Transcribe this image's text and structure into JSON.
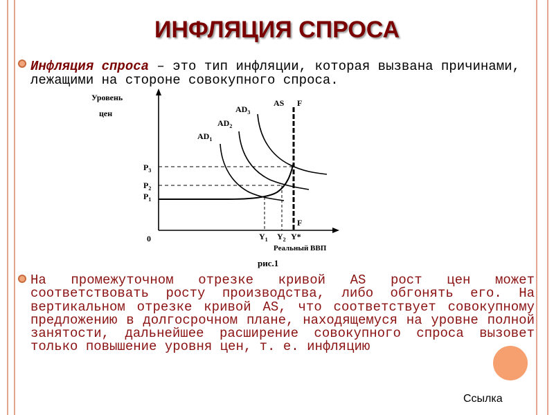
{
  "slide": {
    "title": "ИНФЛЯЦИЯ СПРОСА",
    "definition": {
      "term": "Инфляция спроса",
      "text": " – это тип инфляции, которая вызвана причинами, лежащими на стороне совокупного спроса."
    },
    "paragraph": "На промежуточном отрезке кривой AS рост цен может соответствовать росту производства, либо обгонять его. На вертикальном отрезке кривой AS, что соответствует совокупному предложению в долгосрочном плане, находящемуся на уровне полной занятости, дальнейшее расширение совокупного спроса вызовет только повышение уровня цен, т. е. инфляцию",
    "link_label": "Ссылка"
  },
  "diagram": {
    "y_axis_label_line1": "Уровень",
    "y_axis_label_line2": "цен",
    "x_axis_label": "Реальный ВВП",
    "origin_label": "0",
    "caption": "рис.1",
    "curve_labels": {
      "ad1_base": "AD",
      "ad1_sub": "1",
      "ad2_base": "AD",
      "ad2_sub": "2",
      "ad3_base": "AD",
      "ad3_sub": "3",
      "as": "AS",
      "f_top": "F",
      "f_bottom": "F"
    },
    "price_labels": {
      "p3_base": "P",
      "p3_sub": "3",
      "p2_base": "P",
      "p2_sub": "2",
      "p1_base": "P",
      "p1_sub": "1"
    },
    "output_labels": {
      "y1_base": "Y",
      "y1_sub": "1",
      "y2_base": "Y",
      "y2_sub": "2",
      "ystar": "Y*"
    }
  },
  "colors": {
    "title": "#7a0000",
    "body_text": "#8b1212",
    "frame": "#e3a58e",
    "accent_circle": "#f6a070"
  }
}
